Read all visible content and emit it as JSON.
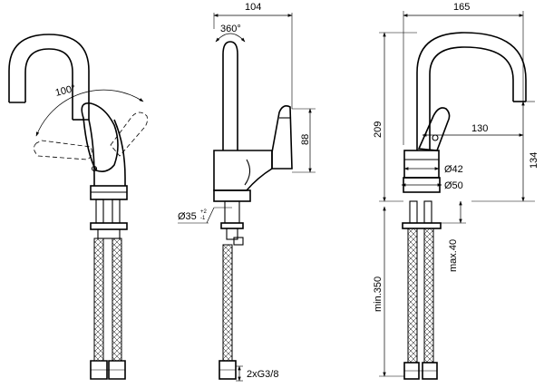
{
  "dimensions": {
    "side_depth": "104",
    "rotation": "360°",
    "lever_height": "88",
    "base_diameter": "Ø35",
    "tol_plus": "+2",
    "tol_minus": "-1",
    "hose_thread": "2xG3/8",
    "total_depth": "165",
    "handle_arc": "100°",
    "total_height": "209",
    "spout_reach": "130",
    "spout_height": "134",
    "base_d42": "Ø42",
    "base_d50": "Ø50",
    "max_deck": "max.40",
    "min_hose": "min.350"
  }
}
